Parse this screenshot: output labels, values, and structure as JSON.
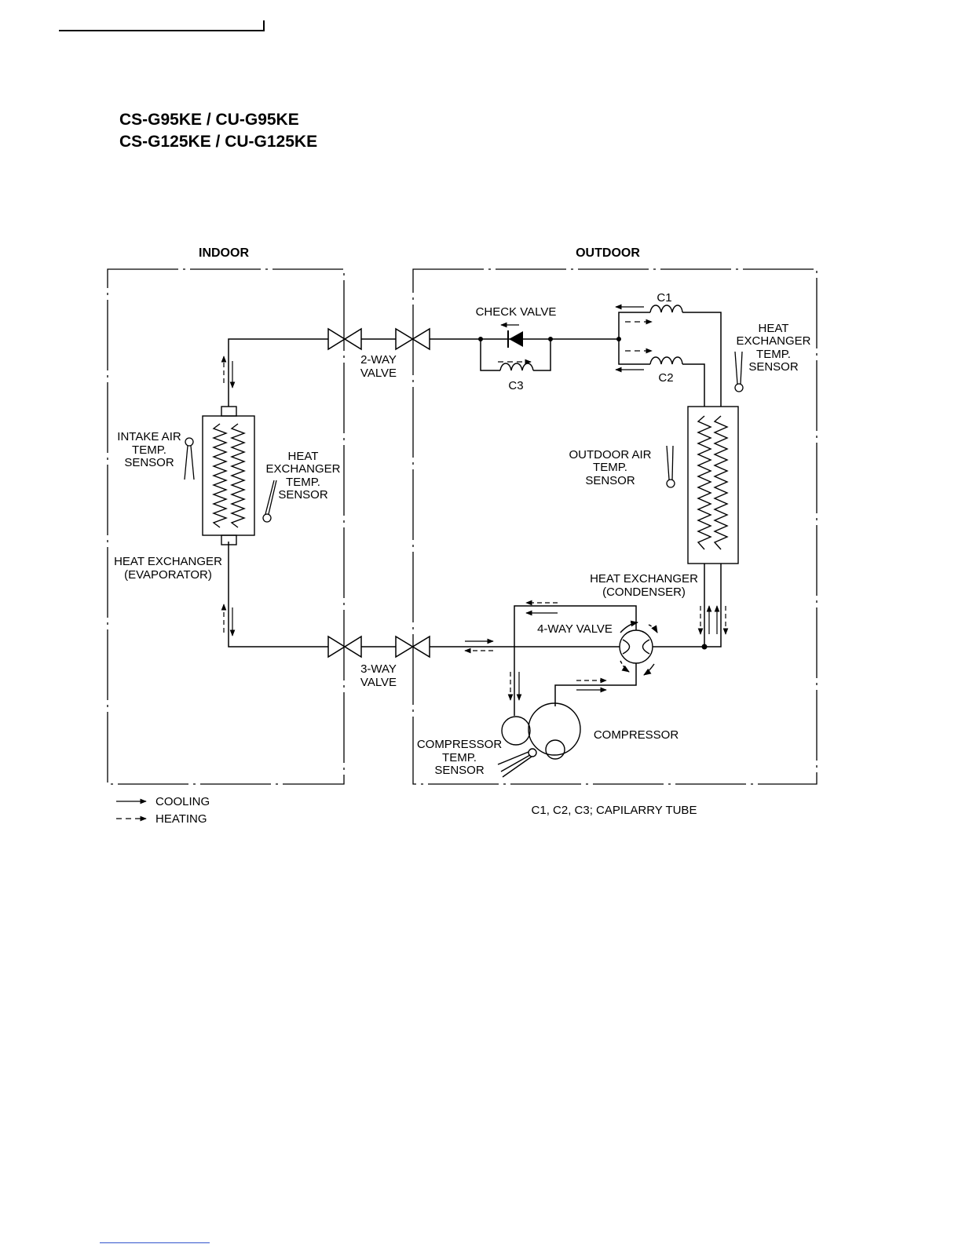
{
  "header": {
    "model_line_1": "CS-G95KE / CU-G95KE",
    "model_line_2": "CS-G125KE / CU-G125KE"
  },
  "sections": {
    "indoor": "INDOOR",
    "outdoor": "OUTDOOR"
  },
  "labels": {
    "check_valve": "CHECK VALVE",
    "c1": "C1",
    "c2": "C2",
    "c3": "C3",
    "two_way_valve": [
      "2-WAY",
      "VALVE"
    ],
    "three_way_valve": [
      "3-WAY",
      "VALVE"
    ],
    "intake_air_sensor": [
      "INTAKE AIR",
      "TEMP.",
      "SENSOR"
    ],
    "indoor_hx_sensor": [
      "HEAT",
      "EXCHANGER",
      "TEMP.",
      "SENSOR"
    ],
    "indoor_hx": [
      "HEAT EXCHANGER",
      "(EVAPORATOR)"
    ],
    "outdoor_hx_sensor": [
      "HEAT",
      "EXCHANGER",
      "TEMP.",
      "SENSOR"
    ],
    "outdoor_air_sensor": [
      "OUTDOOR AIR",
      "TEMP.",
      "SENSOR"
    ],
    "outdoor_hx": [
      "HEAT EXCHANGER",
      "(CONDENSER)"
    ],
    "four_way_valve": "4-WAY VALVE",
    "compressor": "COMPRESSOR",
    "compressor_sensor": [
      "COMPRESSOR",
      "TEMP.",
      "SENSOR"
    ]
  },
  "legend": {
    "cooling": "COOLING",
    "heating": "HEATING"
  },
  "note": "C1, C2, C3; CAPILARRY TUBE"
}
